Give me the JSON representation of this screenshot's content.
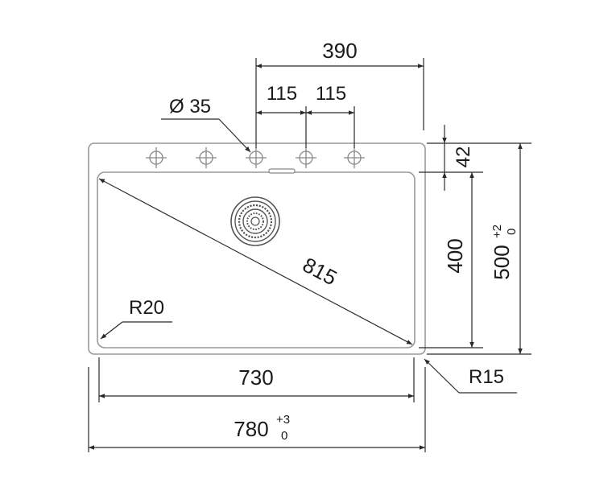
{
  "drawing": {
    "dimensions": {
      "top_span": "390",
      "hole_spacing_1": "115",
      "hole_spacing_2": "115",
      "hole_diameter": "Ø 35",
      "deck_depth": "42",
      "bowl_depth": "400",
      "overall_depth": "500",
      "overall_depth_tol_upper": "+2",
      "overall_depth_tol_lower": "0",
      "bowl_diagonal": "815",
      "inner_radius": "R20",
      "outer_radius": "R15",
      "bowl_width": "730",
      "overall_width": "780",
      "overall_width_tol_upper": "+3",
      "overall_width_tol_lower": "0"
    },
    "colors": {
      "line": "#2a2a2a",
      "outline": "#9a9a9a",
      "background": "#ffffff"
    }
  }
}
